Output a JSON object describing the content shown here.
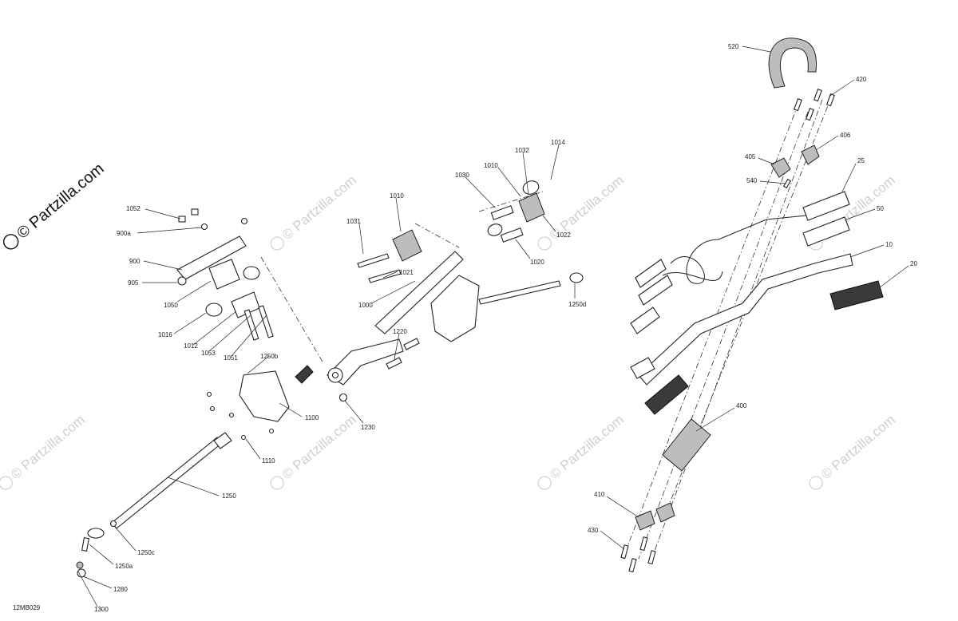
{
  "watermark": {
    "brand_text": "© Partzilla.com",
    "tile_text": "© Partzilla.com"
  },
  "diagram": {
    "reference_code": "12MB029",
    "callouts": {
      "c520": "520",
      "c420": "420",
      "c406": "406",
      "c405": "405",
      "c540": "540",
      "c25": "25",
      "c50": "50",
      "c10": "10",
      "c20": "20",
      "c400": "400",
      "c410": "410",
      "c430": "430",
      "c1014": "1014",
      "c1032": "1032",
      "c1010a": "1010",
      "c1030": "1030",
      "c1010b": "1010",
      "c1031": "1031",
      "c1022": "1022",
      "c1020": "1020",
      "c1021": "1021",
      "c1000": "1000",
      "c1250d": "1250d",
      "c1220": "1220",
      "c1230": "1230",
      "c1052": "1052",
      "c900a": "900a",
      "c900": "900",
      "c905": "905",
      "c1050": "1050",
      "c1016": "1016",
      "c1012": "1012",
      "c1053": "1053",
      "c1051": "1051",
      "c1250b": "1250b",
      "c1100": "1100",
      "c1110": "1110",
      "c1250": "1250",
      "c1250c": "1250c",
      "c1250a": "1250a",
      "c1280": "1280",
      "c1300": "1300"
    }
  }
}
